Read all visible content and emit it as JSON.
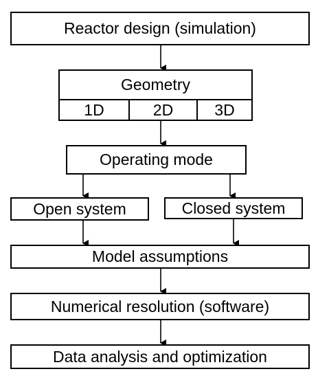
{
  "diagram": {
    "nodes": {
      "reactor_design": "Reactor design (simulation)",
      "geometry": "Geometry",
      "geometry_options": [
        "1D",
        "2D",
        "3D"
      ],
      "operating_mode": "Operating mode",
      "open_system": "Open system",
      "closed_system": "Closed system",
      "model_assumptions": "Model assumptions",
      "numerical_resolution": "Numerical resolution (software)",
      "data_analysis": "Data analysis and optimization"
    }
  }
}
